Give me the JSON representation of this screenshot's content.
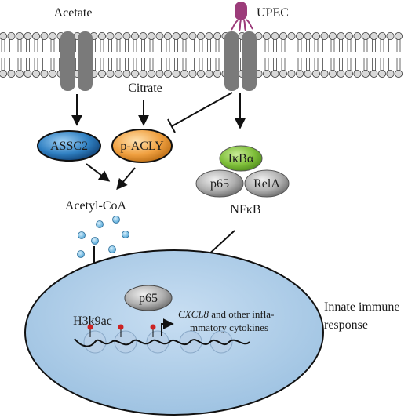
{
  "labels": {
    "acetate": "Acetate",
    "upec": "UPEC",
    "citrate": "Citrate",
    "assc2": "ASSC2",
    "p_acly": "p-ACLY",
    "ikba": "IκBα",
    "p65_top": "p65",
    "rela": "RelA",
    "nfkb": "NFκB",
    "acetyl_coa": "Acetyl-CoA",
    "p65_nucleus": "p65",
    "h3k9ac": "H3k9ac",
    "cxcl8": "CXCL8",
    "cxcl8_rest_line1": " and other infla-",
    "cxcl8_line2": "mmatory cytokines",
    "innate_line1": "Innate immune",
    "innate_line2": "response"
  },
  "colors": {
    "membrane_head": "#d9d9d9",
    "membrane_tail": "#6b6b6b",
    "channel": "#7a7a7a",
    "bacteria": "#9c3c7a",
    "assc2": "#2f7fc1",
    "p_acly": "#f0a040",
    "ikba": "#7fbf3a",
    "p65": "#8c8c8c",
    "acetyl_dot": "#6db8e0",
    "nucleus": "#a9cbe6",
    "histone": "#b8d0e8",
    "acetyl_mark": "#cc2222"
  }
}
